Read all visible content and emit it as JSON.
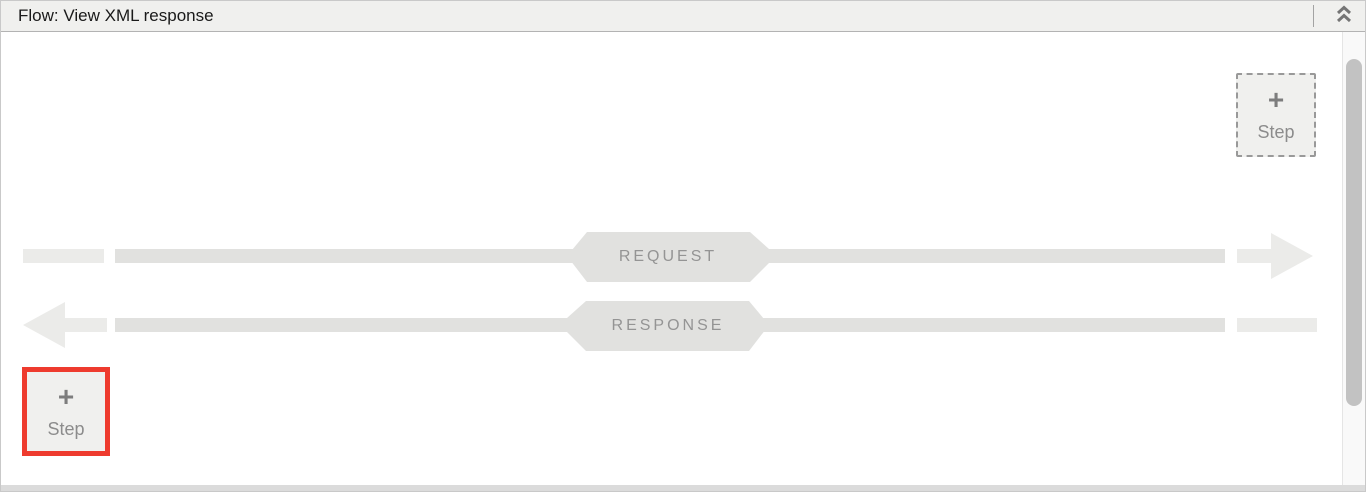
{
  "header": {
    "title": "Flow: View XML response",
    "collapse_icon": "chevron-double-up"
  },
  "canvas": {
    "request": {
      "label": "REQUEST",
      "direction": "left-to-right"
    },
    "response": {
      "label": "RESPONSE",
      "direction": "right-to-left"
    }
  },
  "step_buttons": {
    "top_right": {
      "plus": "+",
      "label": "Step",
      "border": "dashed"
    },
    "bottom_left": {
      "plus": "+",
      "label": "Step",
      "highlighted": true
    }
  },
  "colors": {
    "highlight_red": "#ee3b2e",
    "flow_line": "#e1e1df",
    "flow_line_light": "#ebebe9",
    "badge_text": "#949494",
    "header_bg": "#f0f0ee",
    "button_bg": "#f0f0ee",
    "scrollbar_thumb": "#c2c2c2"
  }
}
